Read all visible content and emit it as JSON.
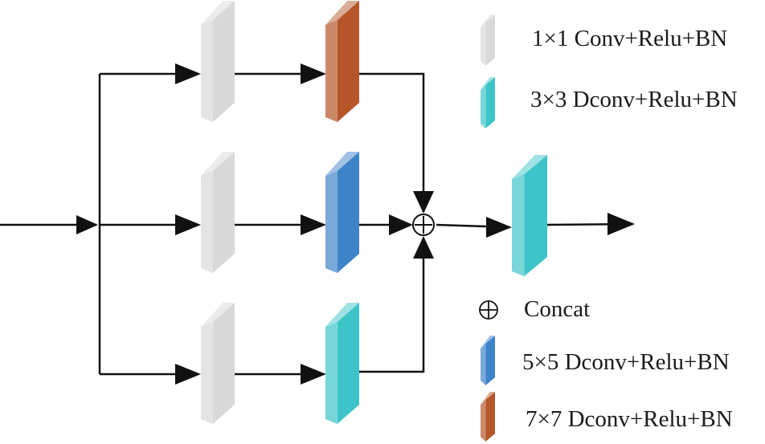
{
  "legend": {
    "conv1": "1×1 Conv+Relu+BN",
    "dconv3": "3×3 Dconv+Relu+BN",
    "concat": "Concat",
    "dconv5": "5×5 Dconv+Relu+BN",
    "dconv7": "7×7 Dconv+Relu+BN"
  },
  "colors": {
    "conv1": "#d9d9d9",
    "dconv3": "#3ec4c8",
    "dconv5": "#3f83c9",
    "dconv7": "#b5562a",
    "line": "#111111"
  },
  "blocks": [
    {
      "name": "branch1-conv1x1-block",
      "type": "conv1"
    },
    {
      "name": "branch1-dconv7x7-block",
      "type": "dconv7"
    },
    {
      "name": "branch2-conv1x1-block",
      "type": "conv1"
    },
    {
      "name": "branch2-dconv5x5-block",
      "type": "dconv5"
    },
    {
      "name": "branch3-conv1x1-block",
      "type": "conv1"
    },
    {
      "name": "branch3-dconv3x3-block",
      "type": "dconv3"
    },
    {
      "name": "output-dconv3x3-block",
      "type": "dconv3"
    }
  ]
}
